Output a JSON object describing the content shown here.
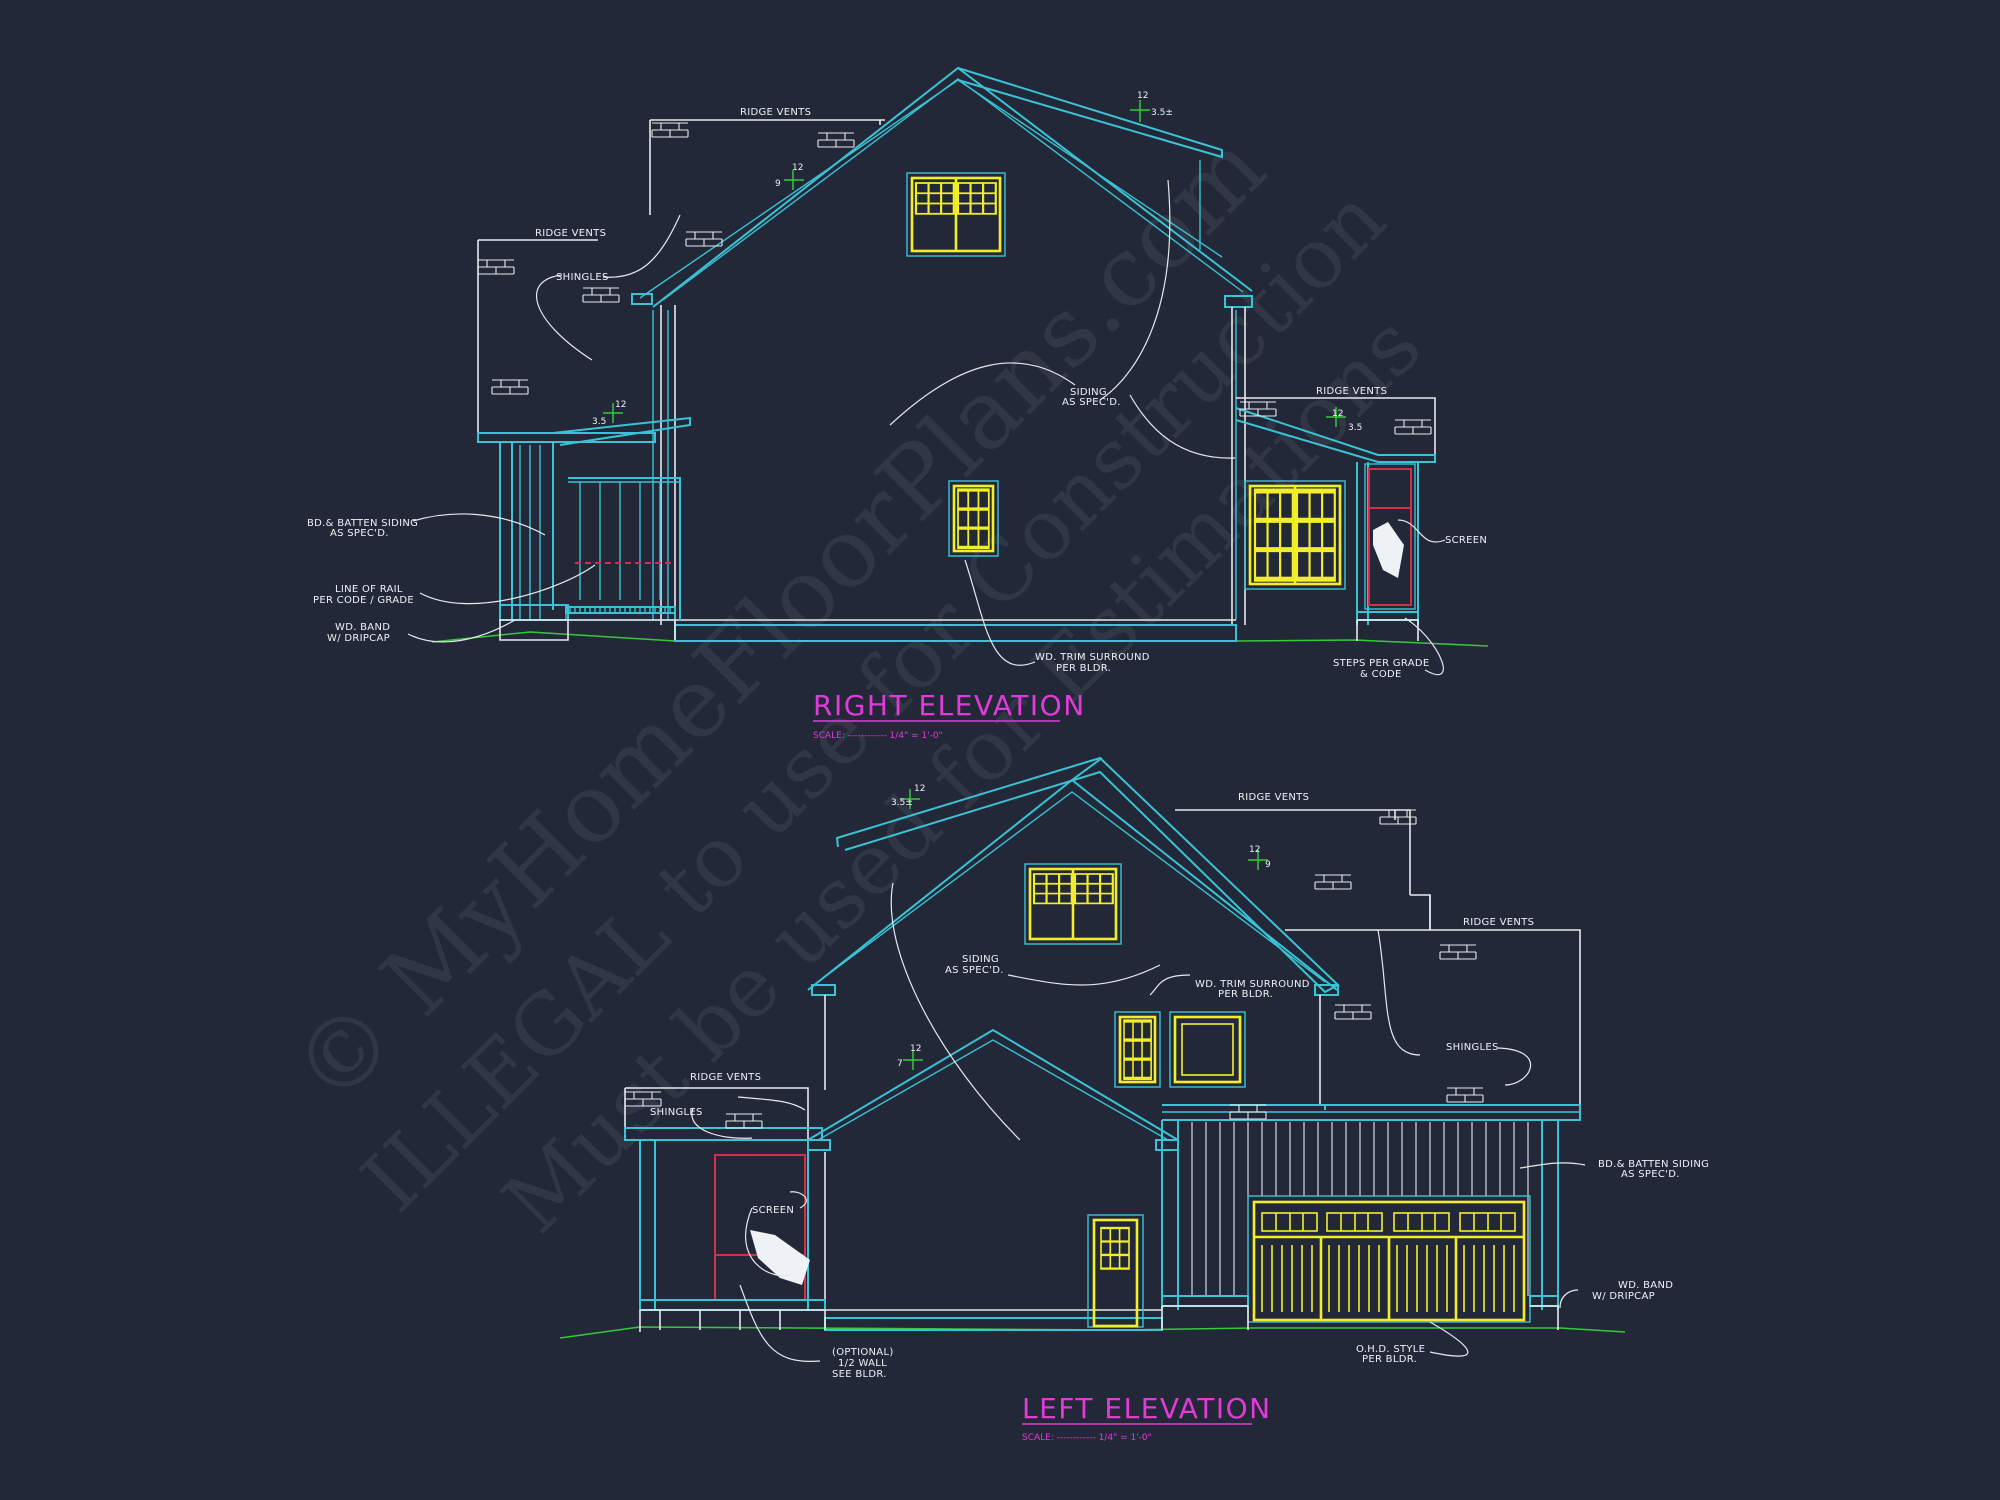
{
  "drawing": {
    "background": "#232838",
    "colors": {
      "trim": "#39c3d4",
      "window": "#f2ef2a",
      "title": "#e23ad8",
      "grade": "#35c93a",
      "screen_frame": "#d1304a",
      "linework": "#e6e9ee"
    },
    "watermark": {
      "line1": "© MyHomeFloorPlans.com",
      "line2": "ILLEGAL to use for Construction",
      "line3": "Must be used for Estimations"
    },
    "right_elevation": {
      "title": "RIGHT ELEVATION",
      "scale": "SCALE: ------------ 1/4\" = 1'-0\"",
      "notes": {
        "ridge_vents_top": "RIDGE VENTS",
        "ridge_vents_left": "RIDGE VENTS",
        "ridge_vents_right": "RIDGE VENTS",
        "shingles": "SHINGLES",
        "siding_1": "SIDING",
        "siding_2": "AS SPEC'D.",
        "batten_1": "BD.& BATTEN SIDING",
        "batten_2": "AS SPEC'D.",
        "rail_1": "LINE OF RAIL",
        "rail_2": "PER CODE / GRADE",
        "band_1": "WD. BAND",
        "band_2": "W/ DRIPCAP",
        "trim_1": "WD. TRIM SURROUND",
        "trim_2": "PER BLDR.",
        "steps_1": "STEPS PER GRADE",
        "steps_2": "& CODE",
        "screen": "SCREEN"
      },
      "pitches": {
        "p1_run": "12",
        "p1_rise": "3.5±",
        "p2_run": "12",
        "p2_rise": "9",
        "p3_run": "12",
        "p3_rise": "3.5",
        "p4_run": "12",
        "p4_rise": "3.5"
      }
    },
    "left_elevation": {
      "title": "LEFT ELEVATION",
      "scale": "SCALE: ------------ 1/4\" = 1'-0\"",
      "notes": {
        "ridge_vents_top": "RIDGE VENTS",
        "ridge_vents_right": "RIDGE VENTS",
        "ridge_vents_left": "RIDGE VENTS",
        "shingles_left": "SHINGLES",
        "shingles_right": "SHINGLES",
        "siding_1": "SIDING",
        "siding_2": "AS SPEC'D.",
        "trim_1": "WD. TRIM SURROUND",
        "trim_2": "PER BLDR.",
        "screen": "SCREEN",
        "batten_1": "BD.& BATTEN SIDING",
        "batten_2": "AS SPEC'D.",
        "band_1": "WD. BAND",
        "band_2": "W/ DRIPCAP",
        "ohd_1": "O.H.D. STYLE",
        "ohd_2": "PER BLDR.",
        "wall_1": "(OPTIONAL)",
        "wall_2": "1/2 WALL",
        "wall_3": "SEE BLDR."
      },
      "pitches": {
        "p1_run": "12",
        "p1_rise": "3.5±",
        "p2_run": "12",
        "p2_rise": "9",
        "p3_run": "12",
        "p3_rise": "7"
      }
    }
  }
}
